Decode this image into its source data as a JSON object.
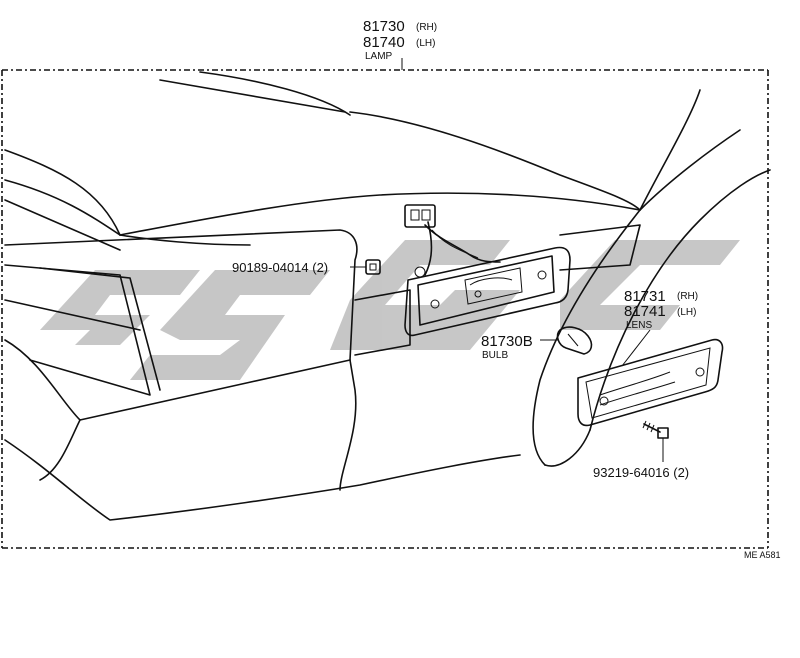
{
  "callouts": {
    "lamp": {
      "part_rh": "81730",
      "tag_rh": "(RH)",
      "part_lh": "81740",
      "tag_lh": "(LH)",
      "name": "LAMP"
    },
    "clip": {
      "part": "90189-04014 (2)"
    },
    "lens": {
      "part_rh": "81731",
      "tag_rh": "(RH)",
      "part_lh": "81741",
      "tag_lh": "(LH)",
      "name": "LENS"
    },
    "bulb": {
      "part": "81730B",
      "name": "BULB"
    },
    "screw": {
      "part": "93219-64016 (2)"
    }
  },
  "footer": {
    "code": "ME  A581"
  },
  "watermark": {
    "text": "CSGC",
    "color": "#b9b9b9"
  }
}
